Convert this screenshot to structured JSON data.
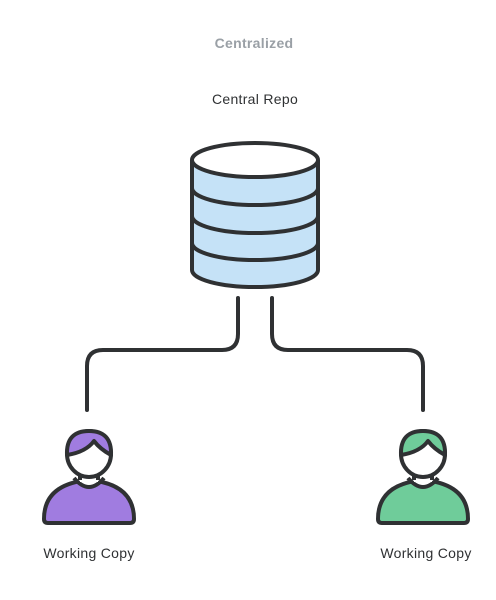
{
  "diagram": {
    "title": "Centralized",
    "repo": {
      "label": "Central Repo",
      "icon": "database-icon",
      "fill_color": "#c5e2f7",
      "stroke_color": "#2f3133"
    },
    "working_copies": [
      {
        "label": "Working Copy",
        "icon": "user-icon",
        "color": "#a07ce0"
      },
      {
        "label": "Working Copy",
        "icon": "user-icon",
        "color": "#6fcc9a"
      }
    ]
  }
}
